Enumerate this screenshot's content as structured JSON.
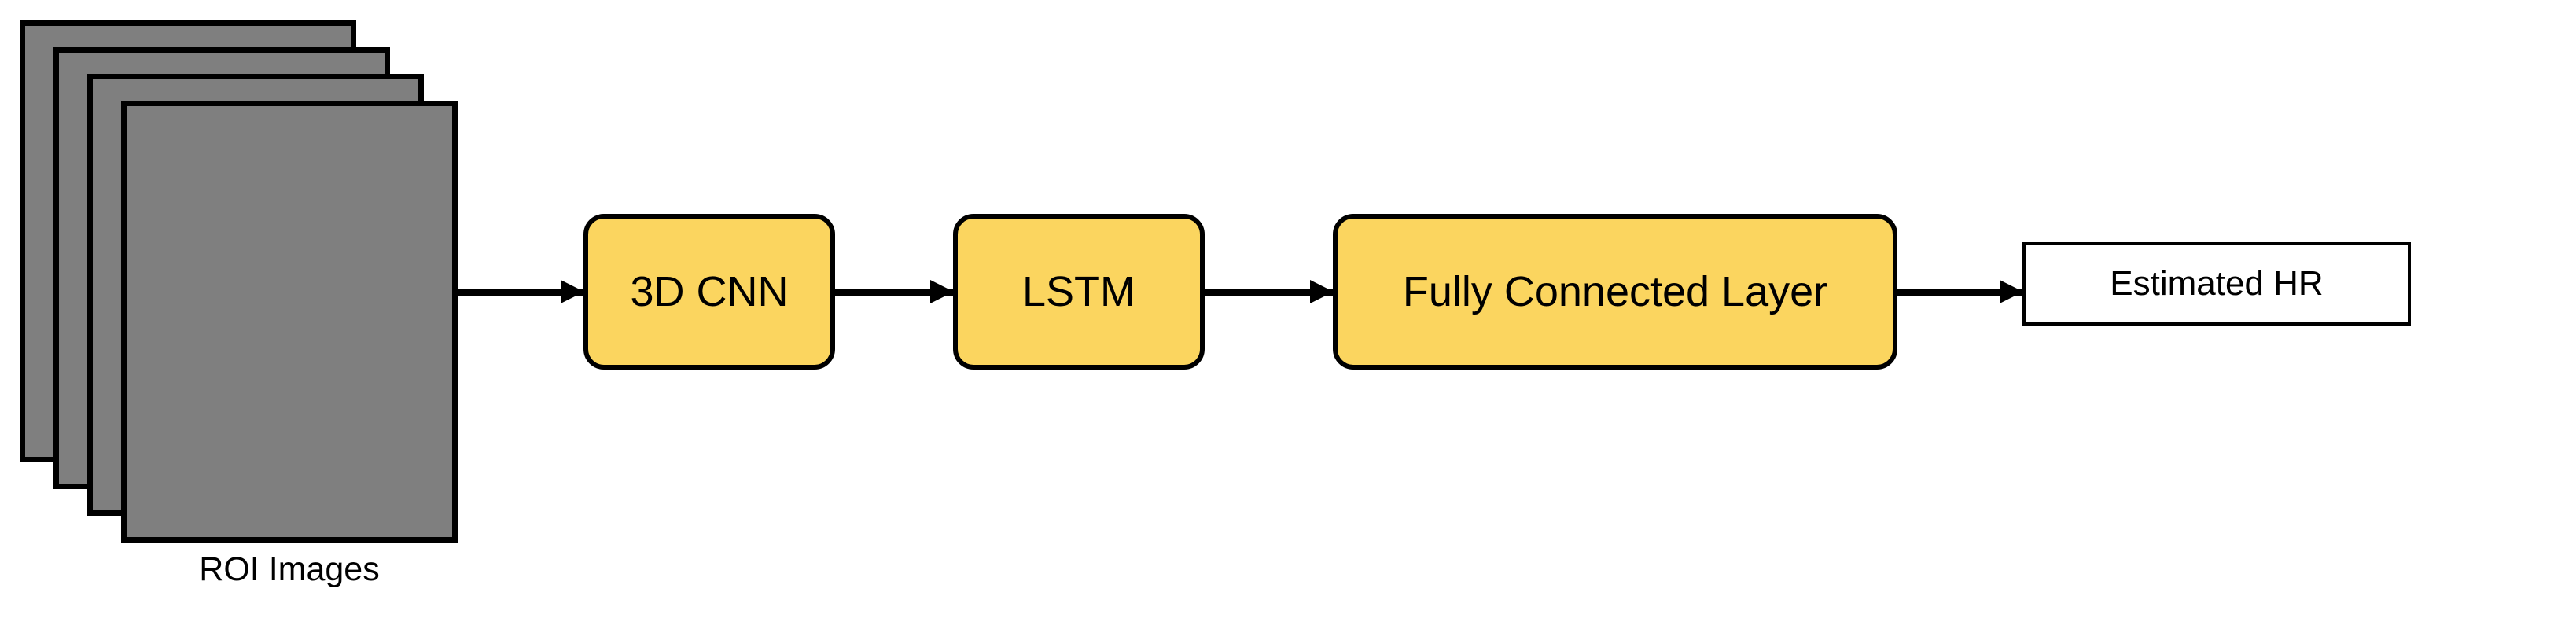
{
  "diagram": {
    "title": "CNN-LSTM heart rate estimation pipeline",
    "background_color": "#ffffff",
    "stroke_color": "#000000",
    "accent_color": "#fbd55f",
    "image_color": "#7f7f7f",
    "input": {
      "caption": "ROI Images",
      "layer_count": 4,
      "fill_color": "#7f7f7f"
    },
    "stages": [
      {
        "id": "cnn",
        "label": "3D CNN",
        "fill_color": "#fbd55f",
        "shape": "rounded-rectangle"
      },
      {
        "id": "lstm",
        "label": "LSTM",
        "fill_color": "#fbd55f",
        "shape": "rounded-rectangle"
      },
      {
        "id": "fc",
        "label": "Fully Connected Layer",
        "fill_color": "#fbd55f",
        "shape": "rounded-rectangle"
      }
    ],
    "output": {
      "id": "estimated-hr",
      "label": "Estimated HR",
      "fill_color": "#ffffff",
      "shape": "rectangle"
    },
    "arrows": [
      {
        "id": "arrow-1",
        "from": "ROI Images",
        "to": "3D CNN",
        "direction": "right"
      },
      {
        "id": "arrow-2",
        "from": "3D CNN",
        "to": "LSTM",
        "direction": "right"
      },
      {
        "id": "arrow-3",
        "from": "LSTM",
        "to": "Fully Connected Layer",
        "direction": "right"
      },
      {
        "id": "arrow-4",
        "from": "Fully Connected Layer",
        "to": "Estimated HR",
        "direction": "right"
      }
    ]
  }
}
